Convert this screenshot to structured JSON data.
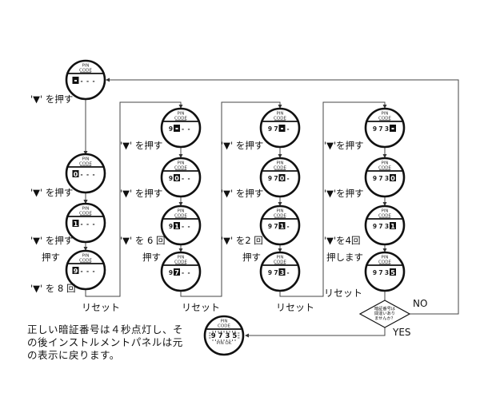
{
  "diagram": {
    "display_header": [
      "PIN",
      "CODE"
    ],
    "start": {
      "digits": [
        "■",
        "-",
        "-",
        "-"
      ],
      "cursor": 0
    },
    "columns": [
      {
        "states": [
          {
            "digits": [
              "0",
              "-",
              "-",
              "-"
            ],
            "cursor": 0
          },
          {
            "digits": [
              "1",
              "-",
              "-",
              "-"
            ],
            "cursor": 0
          },
          {
            "digits": [
              "9",
              "-",
              "-",
              "-"
            ],
            "cursor": 0
          }
        ],
        "instructions": [
          "'▼' を押す",
          "'▼' を押す",
          "'▼' を 8 回",
          "押す"
        ],
        "reset_label": "リセット"
      },
      {
        "states": [
          {
            "digits": [
              "9",
              "■",
              "-",
              "-"
            ],
            "cursor": 1
          },
          {
            "digits": [
              "9",
              "0",
              "-",
              "-"
            ],
            "cursor": 1
          },
          {
            "digits": [
              "9",
              "1",
              "-",
              "-"
            ],
            "cursor": 1
          },
          {
            "digits": [
              "9",
              "7",
              "-",
              "-"
            ],
            "cursor": 1
          }
        ],
        "instructions": [
          "'▼' を押す",
          "'▼' を押す",
          "'▼' を 6 回",
          "押す"
        ],
        "reset_label": "リセット"
      },
      {
        "states": [
          {
            "digits": [
              "9",
              "7",
              "■",
              "-"
            ],
            "cursor": 2
          },
          {
            "digits": [
              "9",
              "7",
              "0",
              "-"
            ],
            "cursor": 2
          },
          {
            "digits": [
              "9",
              "7",
              "1",
              "-"
            ],
            "cursor": 2
          },
          {
            "digits": [
              "9",
              "7",
              "3",
              "-"
            ],
            "cursor": 2
          }
        ],
        "instructions": [
          "'▼' を押す",
          "'▼' を押す",
          "'▼' を2 回",
          "押す"
        ],
        "reset_label": "リセット"
      },
      {
        "states": [
          {
            "digits": [
              "9",
              "7",
              "3",
              "■"
            ],
            "cursor": 3
          },
          {
            "digits": [
              "9",
              "7",
              "3",
              "0"
            ],
            "cursor": 3
          },
          {
            "digits": [
              "9",
              "7",
              "3",
              "1"
            ],
            "cursor": 3
          },
          {
            "digits": [
              "9",
              "7",
              "3",
              "5"
            ],
            "cursor": 3
          }
        ],
        "instructions": [
          "'▼'を押す",
          "'▼'を押す",
          "'▼'を4回",
          "押します"
        ],
        "reset_label": "リセット"
      }
    ],
    "start_instruction": "'▼' を押す",
    "decision": {
      "lines": [
        "暗証番号は",
        "間違いあり",
        "ませんか？"
      ],
      "no_label": "NO",
      "yes_label": "YES"
    },
    "final": {
      "digits": "9 7 3 5",
      "status": "PIN OK"
    },
    "note": [
      "正しい暗証番号は４秒点灯し、そ",
      "の後インストルメントパネルは元",
      "の表示に戻ります。"
    ]
  }
}
